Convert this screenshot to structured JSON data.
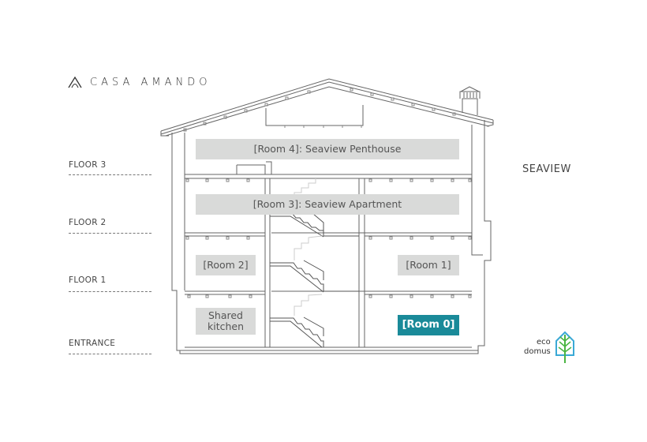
{
  "brand": {
    "name": "CASA AMANDO",
    "icon": "arch-logo-icon"
  },
  "floors": [
    {
      "label": "FLOOR 3"
    },
    {
      "label": "FLOOR 2"
    },
    {
      "label": "FLOOR 1"
    },
    {
      "label": "ENTRANCE"
    }
  ],
  "side_label": "SEAVIEW",
  "rooms": [
    {
      "id": "room-4",
      "label": "[Room 4]: Seaview Penthouse",
      "active": false
    },
    {
      "id": "room-3",
      "label": "[Room 3]: Seaview Apartment",
      "active": false
    },
    {
      "id": "room-2",
      "label": "[Room 2]",
      "active": false
    },
    {
      "id": "room-1",
      "label": "[Room 1]",
      "active": false
    },
    {
      "id": "shared-kitchen",
      "label_line1": "Shared",
      "label_line2": "kitchen",
      "active": false
    },
    {
      "id": "room-0",
      "label": "[Room 0]",
      "active": true
    }
  ],
  "eco_logo": {
    "line1": "eco",
    "line2": "domus",
    "icon": "leaf-house-icon"
  },
  "colors": {
    "accent": "#1a8a99",
    "room_fill": "#d9dad9",
    "line": "#555555",
    "eco_blue": "#3aa9d6",
    "eco_green": "#4bb543"
  }
}
